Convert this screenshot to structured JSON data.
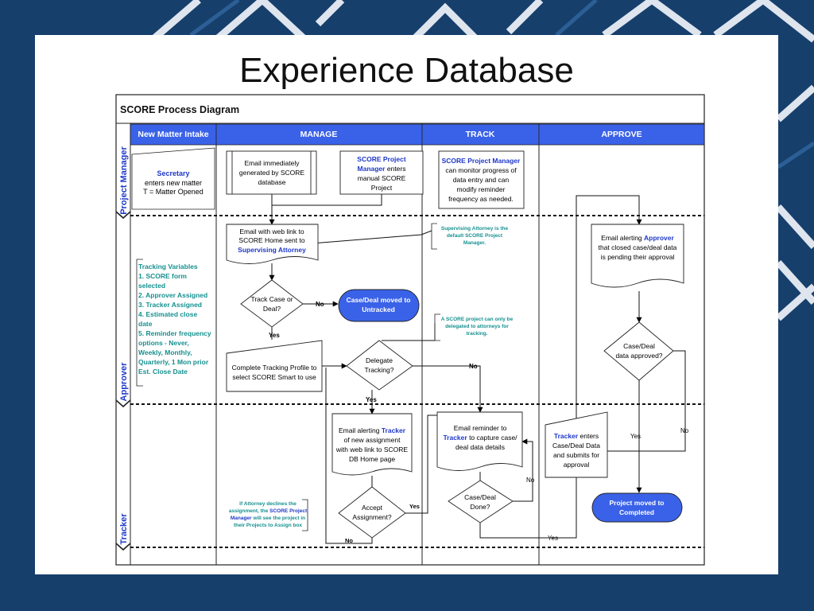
{
  "slide": {
    "title": "Experience Database"
  },
  "diagram": {
    "title": "SCORE Process Diagram",
    "columns": [
      "New Matter Intake",
      "MANAGE",
      "TRACK",
      "APPROVE"
    ],
    "lanes": [
      "Project Manager",
      "Approver",
      "Tracker"
    ],
    "colors": {
      "header_fill": "#3a62e8",
      "header_text": "#ffffff",
      "accent_blue": "#1f38c8",
      "teal": "#169090",
      "terminal_fill": "#3a62e8"
    },
    "nodes": {
      "secretary": [
        "Secretary",
        "enters new matter",
        "T = Matter Opened"
      ],
      "email_generated": [
        "Email immediately",
        "generated by SCORE",
        "database"
      ],
      "pm_enters": [
        "SCORE Project",
        "Manager",
        "enters",
        "manual SCORE",
        "Project"
      ],
      "pm_monitor": [
        "SCORE Project Manager",
        "can monitor progress of",
        "data entry and can",
        "modify reminder",
        "frequency as needed."
      ],
      "email_weblink": [
        "Email with web link to",
        "SCORE Home sent to",
        "Supervising Attorney"
      ],
      "note_supervising": [
        "Supervising Attorney is the",
        "default SCORE Project",
        "Manager."
      ],
      "email_approver": [
        "Email alerting",
        "Approver",
        "that closed case/deal data",
        "is pending their approval"
      ],
      "tracking_vars": [
        "Tracking Variables",
        "1. SCORE form",
        "selected",
        "2. Approver Assigned",
        "3. Tracker Assigned",
        "4. Estimated close",
        "date",
        "5. Reminder frequency",
        "options - Never,",
        "Weekly, Monthly,",
        "Quarterly, 1 Mon prior",
        "Est. Close Date"
      ],
      "track_case": [
        "Track Case or",
        "Deal?"
      ],
      "untracked": [
        "Case/Deal moved to",
        "Untracked"
      ],
      "note_delegate": [
        "A SCORE project can only be",
        "delegated to attorneys for",
        "tracking."
      ],
      "tracking_profile": [
        "Complete Tracking Profile to",
        "select SCORE Smart to use"
      ],
      "delegate": [
        "Delegate",
        "Tracking?"
      ],
      "case_approved": [
        "Case/Deal",
        "data approved?"
      ],
      "email_tracker": [
        "Email alerting",
        "Tracker",
        "of new assignment",
        "with web link to SCORE",
        "DB Home page"
      ],
      "email_reminder": [
        "Email reminder to",
        "Tracker",
        "to capture case/",
        "deal data details"
      ],
      "tracker_enters": [
        "Tracker",
        "enters",
        "Case/Deal Data",
        "and submits for",
        "approval"
      ],
      "note_declines": [
        "If Attorney declines the",
        "assignment, the",
        "SCORE Project",
        "Manager",
        "will see the project in",
        "their Projects to Assign box"
      ],
      "accept": [
        "Accept",
        "Assignment?"
      ],
      "case_done": [
        "Case/Deal",
        "Done?"
      ],
      "completed": [
        "Project moved to",
        "Completed"
      ]
    },
    "labels": {
      "yes": "Yes",
      "no": "No"
    }
  }
}
